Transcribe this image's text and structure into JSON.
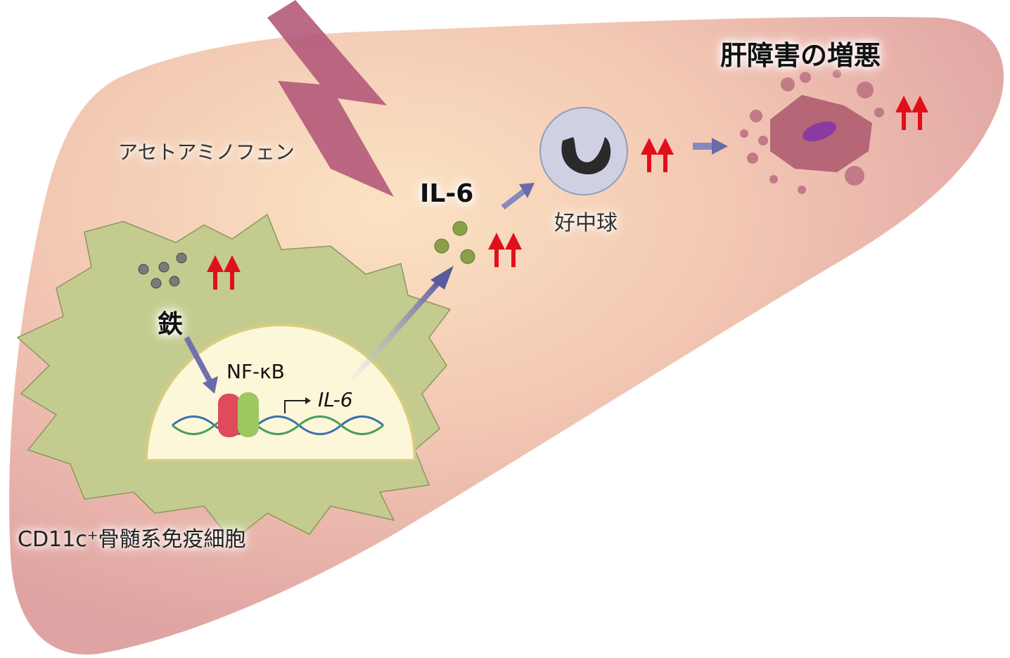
{
  "labels": {
    "drug": "アセトアミノフェン",
    "iron": "鉄",
    "nfkb": "NF-κB",
    "il6_gene": "IL-6",
    "il6_protein": "IL-6",
    "neutrophil": "好中球",
    "outcome": "肝障害の増悪",
    "cell": "CD11c⁺骨髄系免疫細胞"
  },
  "colors": {
    "liver": "#efc1b4",
    "cell": "#c3cc8e",
    "up_arrow": "#e0101a",
    "flow_arrow": "#6a6aa8",
    "bolt": "#b45a7a"
  }
}
